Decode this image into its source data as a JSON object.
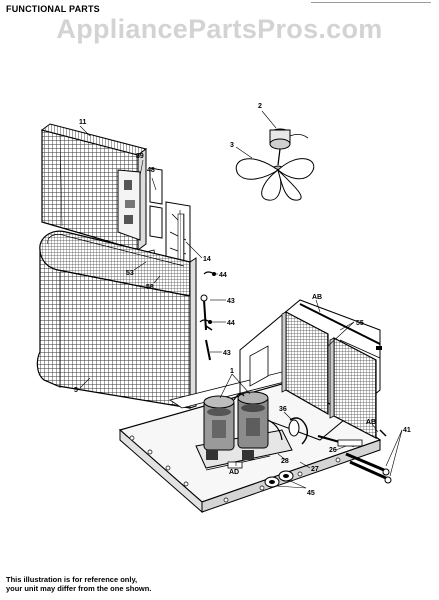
{
  "header": {
    "title": "FUNCTIONAL PARTS"
  },
  "watermark": "AppliancePartsPros.com",
  "callouts": {
    "c11": "11",
    "c2": "2",
    "c3": "3",
    "c59": "59",
    "c48": "48",
    "c14": "14",
    "c53": "53",
    "c58": "58",
    "c44a": "44",
    "c43a": "43",
    "c44b": "44",
    "c43b": "43",
    "c5": "5",
    "cAB1": "AB",
    "c55": "55",
    "c1": "1",
    "c36": "36",
    "cAB2": "AB",
    "c41": "41",
    "c26": "26",
    "cAD": "AD",
    "c28": "28",
    "c27": "27",
    "c45": "45"
  },
  "footer": {
    "line1": "This illustration is for reference only,",
    "line2": "your unit may differ from the one shown."
  }
}
